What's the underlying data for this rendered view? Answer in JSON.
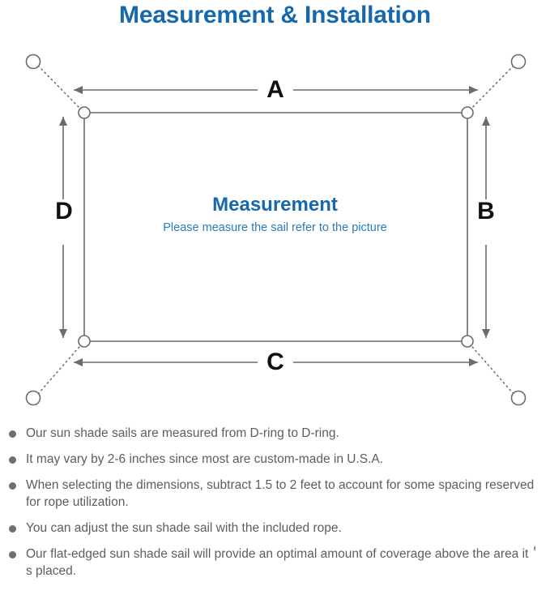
{
  "page": {
    "title": "Measurement & Installation",
    "title_color": "#1668ad",
    "background": "#ffffff"
  },
  "diagram": {
    "name": "sun-shade-sail-measurement-diagram",
    "center": {
      "heading": "Measurement",
      "heading_color": "#1668ad",
      "subtext": "Please measure the sail refer to the picture",
      "subtext_color": "#2b7cba"
    },
    "dimension_labels": [
      {
        "id": "A",
        "label": "A",
        "edge": "top"
      },
      {
        "id": "B",
        "label": "B",
        "edge": "right"
      },
      {
        "id": "C",
        "label": "C",
        "edge": "bottom"
      },
      {
        "id": "D",
        "label": "D",
        "edge": "left"
      }
    ],
    "sail": {
      "stroke_color": "#6b6b6b",
      "fill": "#ffffff",
      "corner_rings": 4,
      "corner_ring_name": "d-ring"
    },
    "anchors": {
      "count": 4,
      "stroke_color": "#6b6b6b",
      "connector_style": "dotted"
    },
    "arrow_color": "#6b6b6b"
  },
  "notes": {
    "bullet_color": "#6f6f6f",
    "text_color": "#5d5d5d",
    "items": [
      "Our sun shade sails are measured from D-ring to D-ring.",
      "It may vary by 2-6 inches since most are custom-made in U.S.A.",
      "When selecting the dimensions, subtract 1.5 to 2 feet to account for some spacing reserved for rope utilization.",
      "You can adjust the sun shade sail with the included rope.",
      "Our flat-edged sun shade sail will provide an optimal amount of coverage above the area it＇s placed."
    ]
  }
}
